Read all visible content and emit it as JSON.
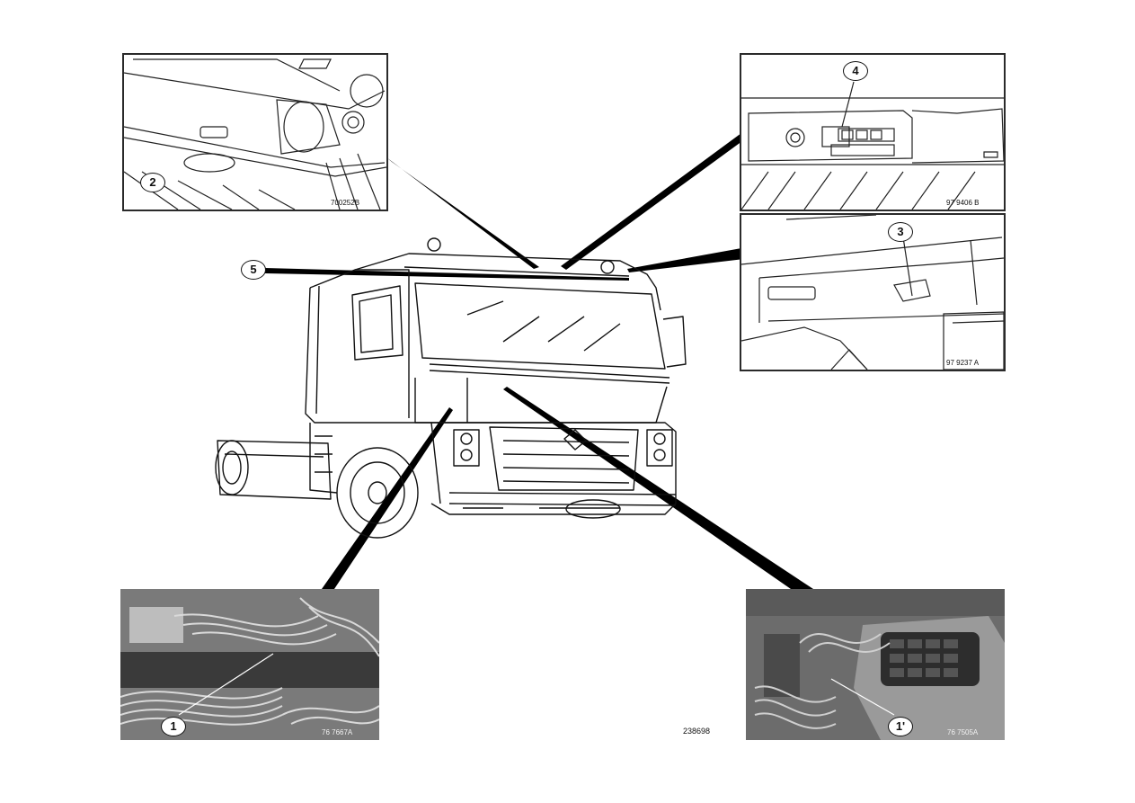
{
  "figure_ref": "238698",
  "callouts": {
    "c1": "1",
    "c1p": "1'",
    "c2": "2",
    "c3": "3",
    "c4": "4",
    "c5": "5"
  },
  "panels": {
    "top_left": {
      "code": "700252B"
    },
    "top_right": {
      "code": "97 9406 B"
    },
    "mid_right": {
      "code": "97 9237 A"
    },
    "bottom_left": {
      "code": "76 7667A"
    },
    "bottom_right": {
      "code": "76 7505A"
    }
  }
}
